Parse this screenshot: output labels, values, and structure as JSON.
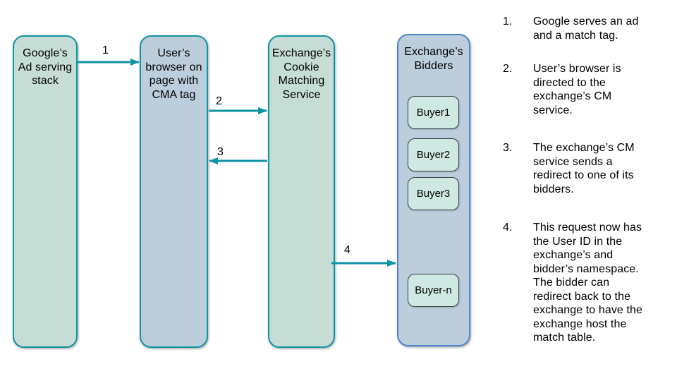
{
  "colors": {
    "teal_border": "#0d94a4",
    "green_fill": "#c5ddd5",
    "blue_fill": "#bccddb",
    "blue_border": "#4b87c9",
    "buyer_fill": "#cfe8e2",
    "buyer_border": "#3c4043",
    "arrow": "#0d94a4"
  },
  "diagram": {
    "lanes": [
      {
        "title": "Google’s\nAd serving\nstack"
      },
      {
        "title": "User’s\nbrowser on\npage with\nCMA tag"
      },
      {
        "title": "Exchange’s\nCookie\nMatching\nService"
      },
      {
        "title": "Exchange’s\nBidders"
      }
    ],
    "buyers": [
      {
        "label": "Buyer1"
      },
      {
        "label": "Buyer2"
      },
      {
        "label": "Buyer3"
      },
      {
        "label": "Buyer-n"
      }
    ],
    "arrows": [
      {
        "label": "1"
      },
      {
        "label": "2"
      },
      {
        "label": "3"
      },
      {
        "label": "4"
      }
    ]
  },
  "notes": [
    {
      "num": "1.",
      "text": "Google serves an ad\nand a match tag."
    },
    {
      "num": "2.",
      "text": "User’s browser is\ndirected to the\nexchange’s CM\nservice."
    },
    {
      "num": "3.",
      "text": "The exchange’s CM\nservice sends a\nredirect to one of its\nbidders."
    },
    {
      "num": "4.",
      "text": "This request now has\nthe User ID in the\nexchange’s and\nbidder’s namespace.\nThe bidder can\nredirect back to the\nexchange to have the\nexchange host the\nmatch table."
    }
  ]
}
